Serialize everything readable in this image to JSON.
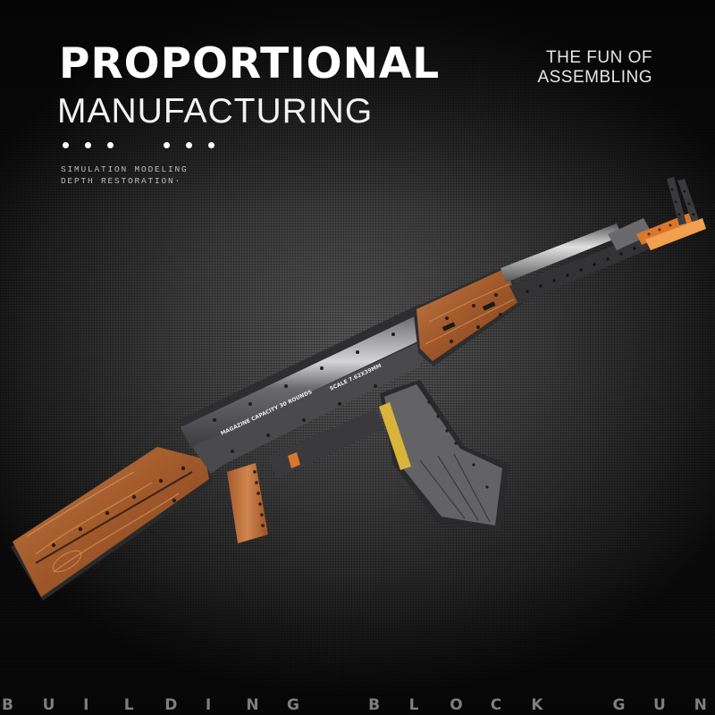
{
  "headline": {
    "bold": "PROPORTIONAL",
    "light": "MANUFACTURING"
  },
  "dots": {
    "group_count": 2,
    "dots_per_group": 3
  },
  "subtitle": {
    "line1": "SIMULATION MODELING",
    "line2": "DEPTH RESTORATION·"
  },
  "tagline": {
    "line1": "THE FUN OF",
    "line2": "ASSEMBLING"
  },
  "product": {
    "name": "building-block-rifle-model",
    "receiver_label_1": "MAGAZINE CAPACITY 30 ROUNDS",
    "receiver_label_2": "SCALE 7.62X39MM",
    "colors": {
      "wood": "#a0582a",
      "wood_light": "#c47a45",
      "receiver": "#555558",
      "receiver_highlight": "#c9c9cc",
      "technic_dark": "#2e2e30",
      "orange_barrel": "#e08a3a",
      "yellow_rounds": "#d9b43a"
    }
  },
  "footer": {
    "letters": [
      "B",
      "U",
      "I",
      "L",
      "D",
      "I",
      "N",
      "G",
      " ",
      "B",
      "L",
      "O",
      "C",
      "K",
      " ",
      "G",
      "U",
      "N"
    ]
  },
  "colors": {
    "background_center": "#565656",
    "background_edge": "#0b0b0b",
    "text_primary": "#ffffff",
    "text_secondary": "#bdbdbd",
    "footer_text": "#7e7e7e"
  }
}
